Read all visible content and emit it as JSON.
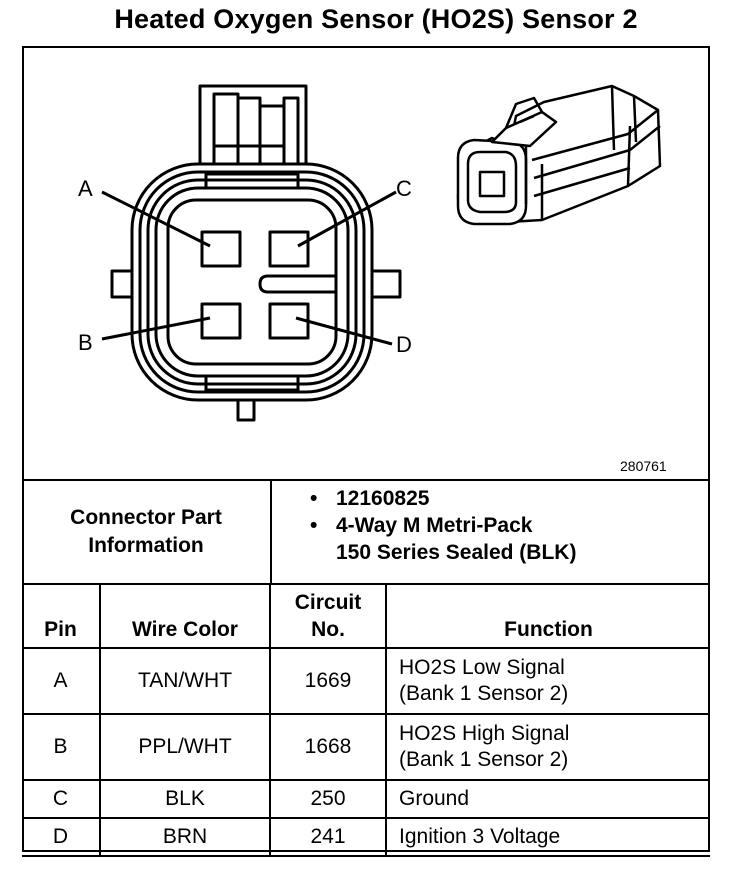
{
  "title": "Heated Oxygen Sensor (HO2S) Sensor 2",
  "diagram": {
    "pin_labels": [
      "A",
      "B",
      "C",
      "D"
    ],
    "figure_number": "280761"
  },
  "connector_info": {
    "label_line1": "Connector Part",
    "label_line2": "Information",
    "items": [
      {
        "bullet": "•",
        "line1": "12160825",
        "line2": ""
      },
      {
        "bullet": "•",
        "line1": "4-Way M Metri-Pack",
        "line2": "150 Series Sealed (BLK)"
      }
    ]
  },
  "table": {
    "headers": {
      "pin": "Pin",
      "wire_color": "Wire Color",
      "circuit_line1": "Circuit",
      "circuit_line2": "No.",
      "function": "Function"
    },
    "rows": [
      {
        "pin": "A",
        "wire_color": "TAN/WHT",
        "circuit": "1669",
        "function_line1": "HO2S Low Signal",
        "function_line2": "(Bank 1 Sensor 2)"
      },
      {
        "pin": "B",
        "wire_color": "PPL/WHT",
        "circuit": "1668",
        "function_line1": "HO2S High Signal",
        "function_line2": "(Bank 1 Sensor 2)"
      },
      {
        "pin": "C",
        "wire_color": "BLK",
        "circuit": "250",
        "function_line1": "Ground",
        "function_line2": ""
      },
      {
        "pin": "D",
        "wire_color": "BRN",
        "circuit": "241",
        "function_line1": "Ignition 3 Voltage",
        "function_line2": ""
      }
    ]
  }
}
